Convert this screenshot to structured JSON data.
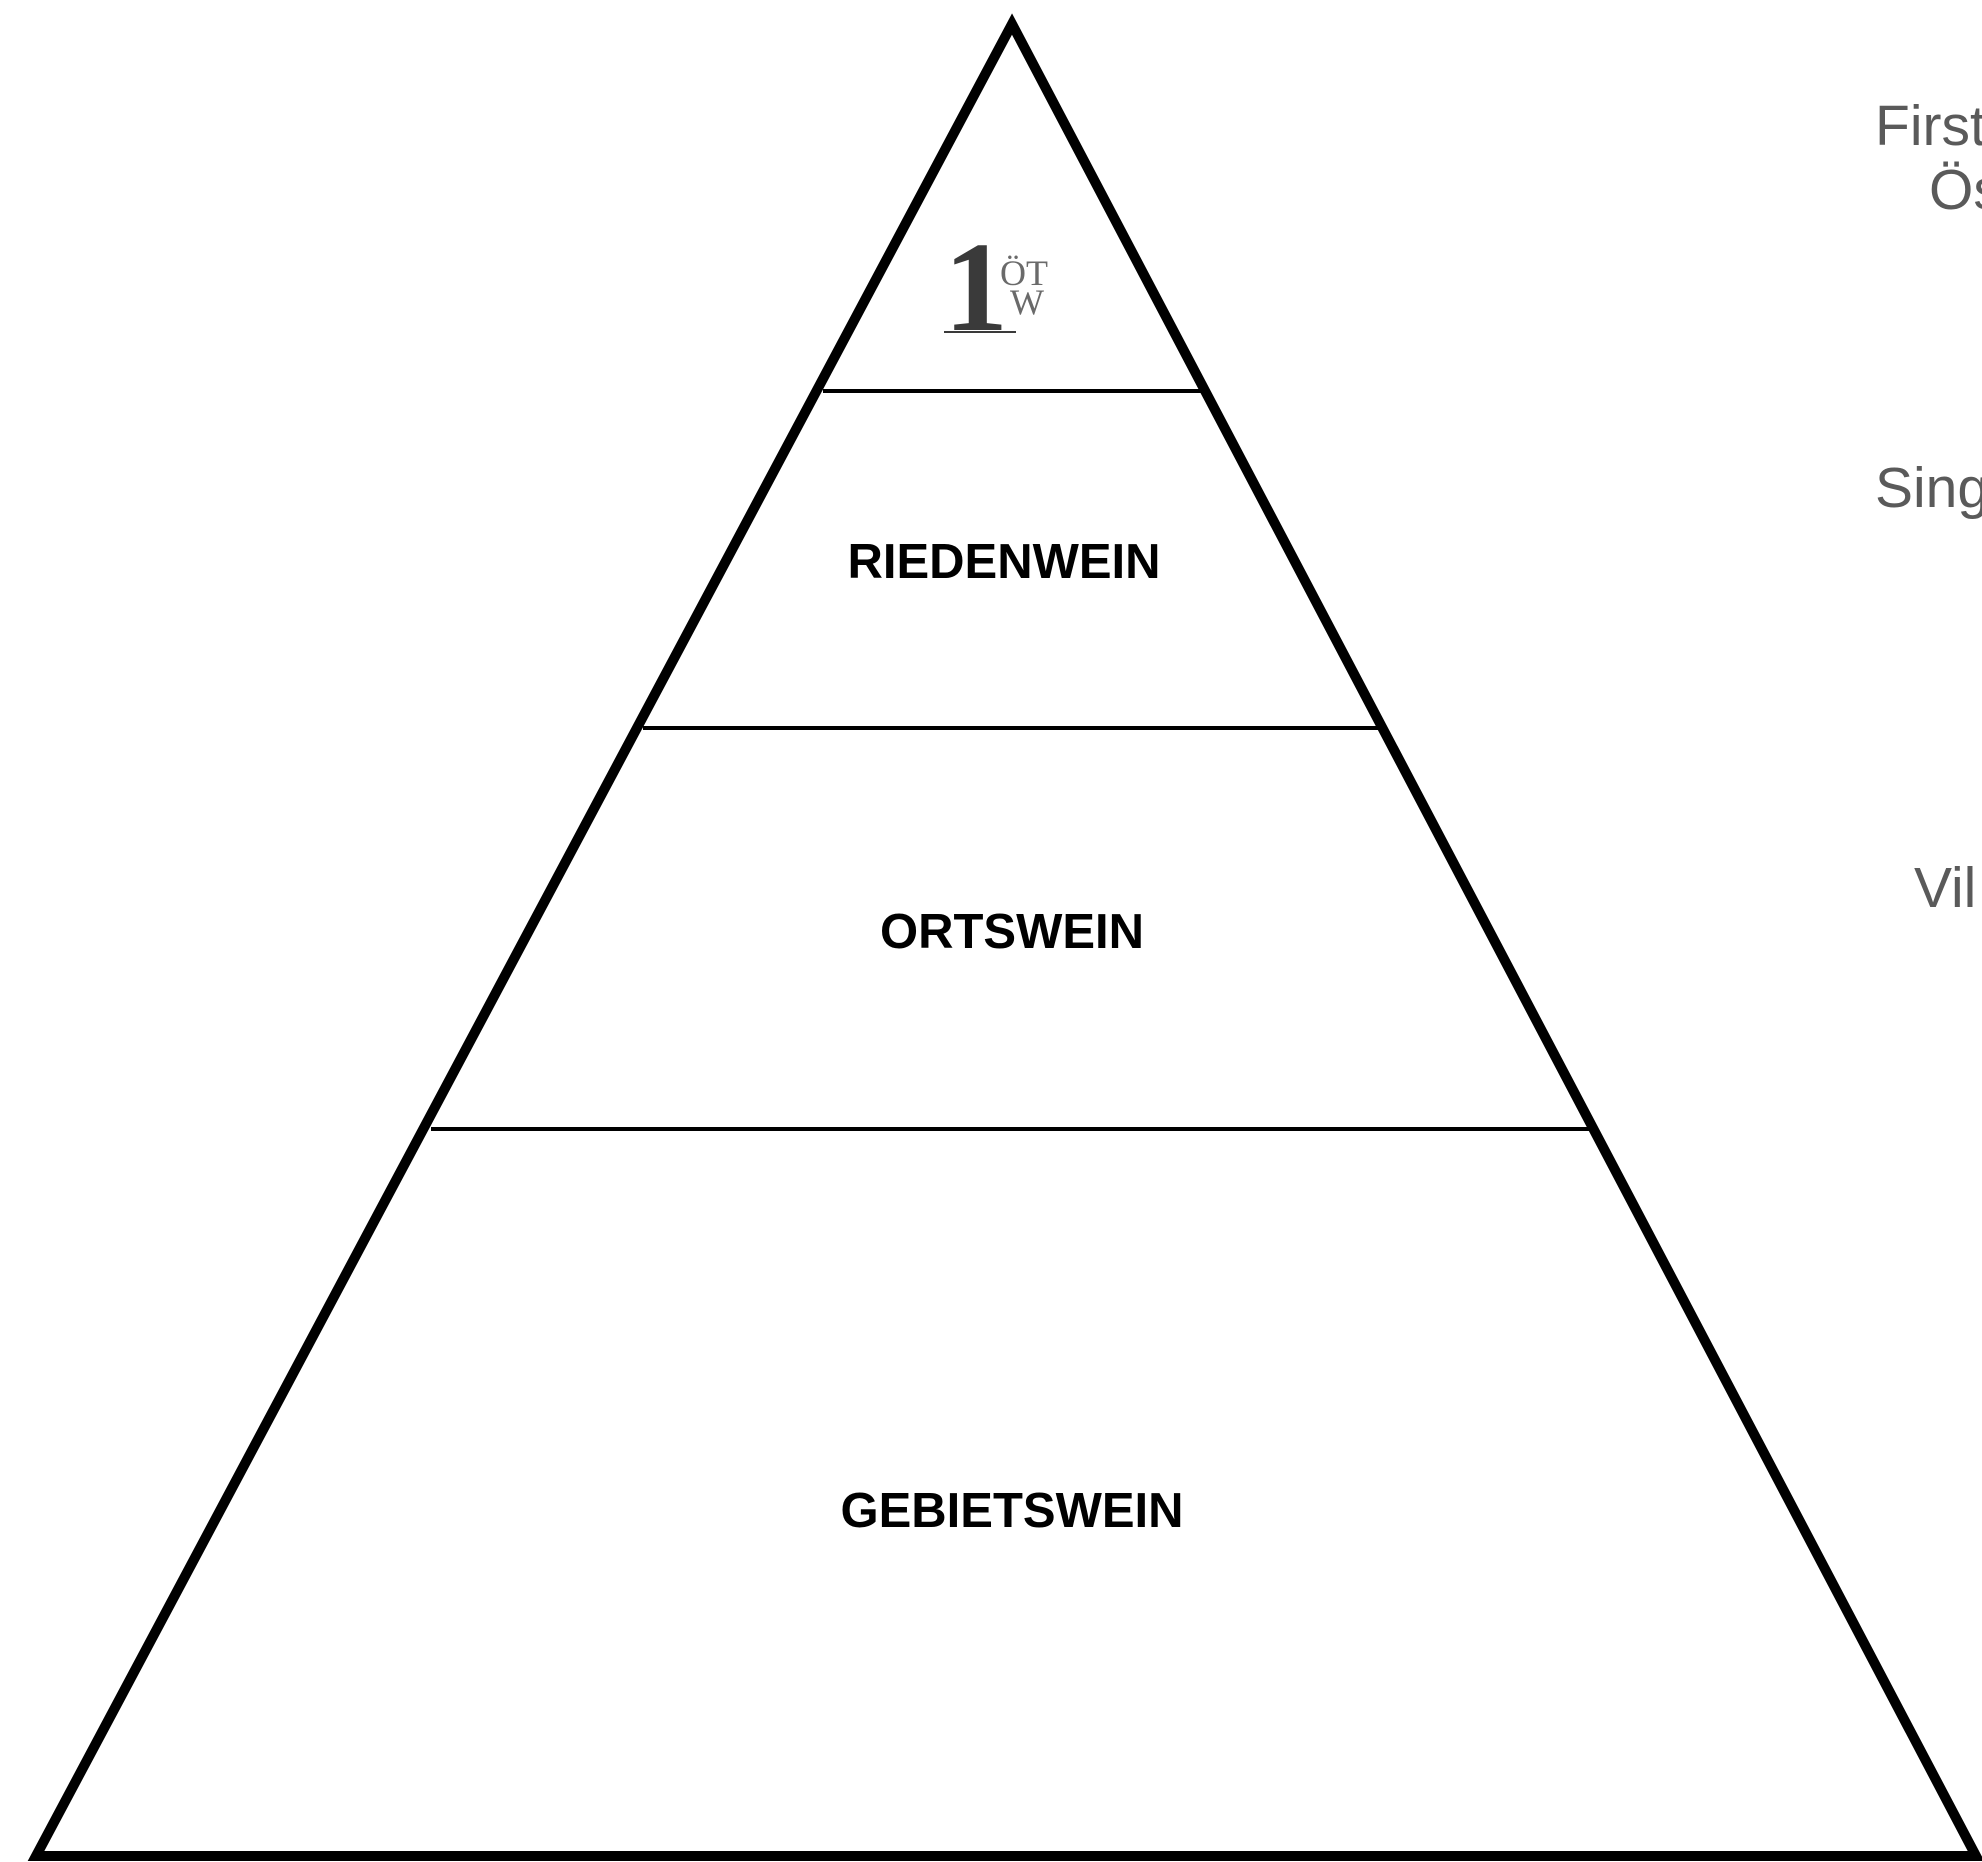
{
  "diagram": {
    "tiers": [
      {
        "id": "top",
        "label": "",
        "side_text": [
          "First",
          "Ös"
        ]
      },
      {
        "id": "riedenwein",
        "label": "RIEDENWEIN",
        "side_text": [
          "Sing"
        ]
      },
      {
        "id": "ortswein",
        "label": "ORTSWEIN",
        "side_text": [
          "Vil"
        ]
      },
      {
        "id": "gebietswein",
        "label": "GEBIETSWEIN",
        "side_text": []
      }
    ],
    "logo": {
      "numeral": "1",
      "letters_top": "ÖT",
      "letters_bottom": "W"
    }
  }
}
